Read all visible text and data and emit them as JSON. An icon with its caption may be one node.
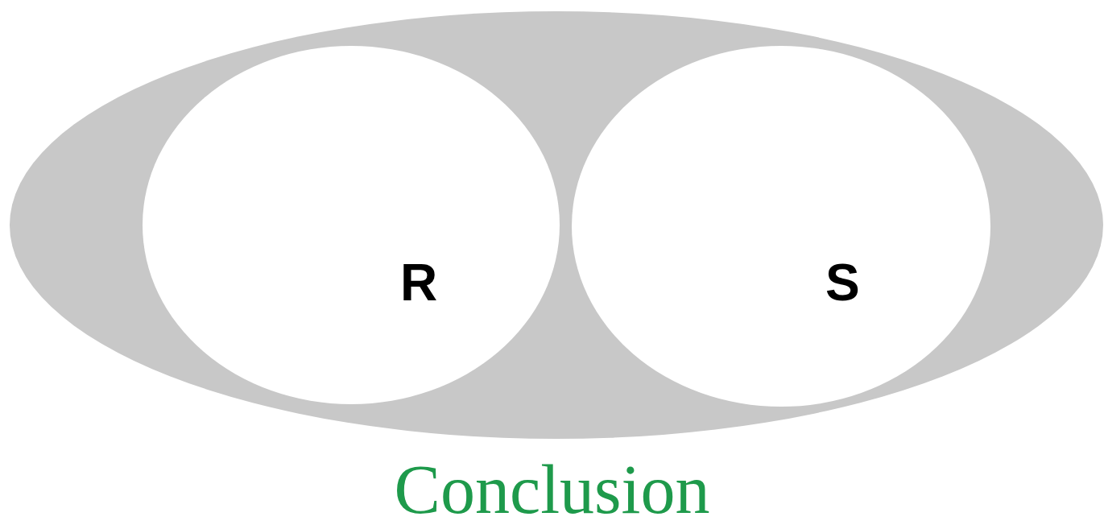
{
  "diagram": {
    "caption": "Conclusion",
    "nodes": [
      {
        "text": [],
        "shape": "ellipse"
      },
      {
        "text": [
          "R"
        ],
        "in": 0
      },
      {
        "text": [
          "S"
        ],
        "in": 0
      }
    ]
  }
}
